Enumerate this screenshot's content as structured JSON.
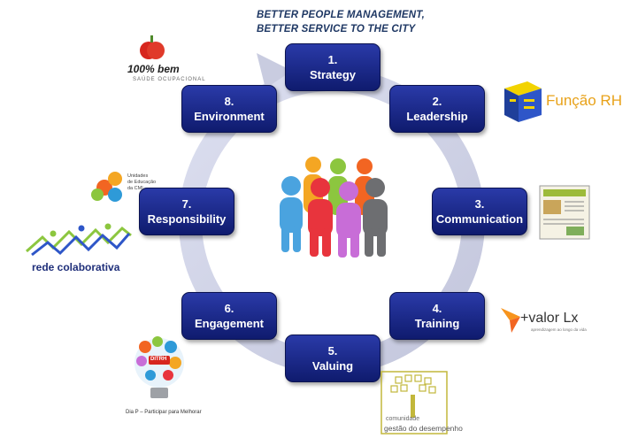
{
  "title": {
    "line1": "BETTER PEOPLE MANAGEMENT,",
    "line2": "BETTER  SERVICE TO THE CITY"
  },
  "nodes": [
    {
      "number": "1.",
      "label": "Strategy"
    },
    {
      "number": "2.",
      "label": "Leadership"
    },
    {
      "number": "3.",
      "label": "Communication"
    },
    {
      "number": "4.",
      "label": "Training"
    },
    {
      "number": "5.",
      "label": "Valuing"
    },
    {
      "number": "6.",
      "label": "Engagement"
    },
    {
      "number": "7.",
      "label": "Responsibility"
    },
    {
      "number": "8.",
      "label": "Environment"
    }
  ],
  "logos": {
    "bem": {
      "brand": "100% bem",
      "subtitle": "SAÚDE OCUPACIONAL"
    },
    "funcao_rh": {
      "brand": "Função RH"
    },
    "valor_lx": {
      "brand": "+valor Lx",
      "subtitle": "aprendizagem ao longo da vida"
    },
    "gestao": {
      "brand1": "comunidade",
      "brand2": "gestão do desempenho"
    },
    "dia_p": {
      "caption": "Dia P – Participar para Melhorar",
      "badge": "DITRH"
    },
    "rede": {
      "brand": "rede colaborativa"
    },
    "unidades": {
      "text1": "Unidades",
      "text2": "de Educação",
      "text3": "da CML"
    }
  },
  "colors": {
    "node_top": "#2a3aa8",
    "node_bottom": "#0f1b6e",
    "ring": "#cdd0e4",
    "title": "#1f3864"
  }
}
